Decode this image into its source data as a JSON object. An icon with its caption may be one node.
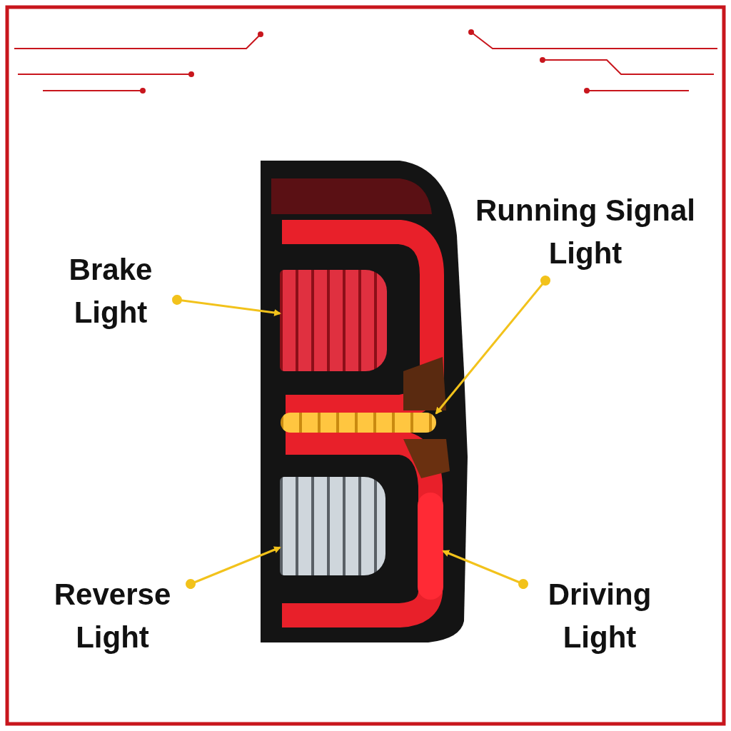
{
  "diagram": {
    "nodes": [
      {
        "text": [
          "Brake Light"
        ]
      },
      {
        "text": [
          "Running Signal Light"
        ]
      },
      {
        "text": [
          "Reverse Light"
        ]
      },
      {
        "text": [
          "Driving Light"
        ]
      },
      {
        "text": [],
        "shape": "box"
      },
      {
        "text": [],
        "shape": "bar"
      },
      {
        "text": [],
        "shape": "box"
      },
      {
        "text": [],
        "shape": "bar"
      }
    ],
    "edges": [
      {
        "from": 0,
        "to": 4,
        "arrow": "to"
      },
      {
        "from": 1,
        "to": 5,
        "arrow": "to"
      },
      {
        "from": 2,
        "to": 6,
        "arrow": "to"
      },
      {
        "from": 3,
        "to": 7,
        "arrow": "to"
      }
    ]
  }
}
